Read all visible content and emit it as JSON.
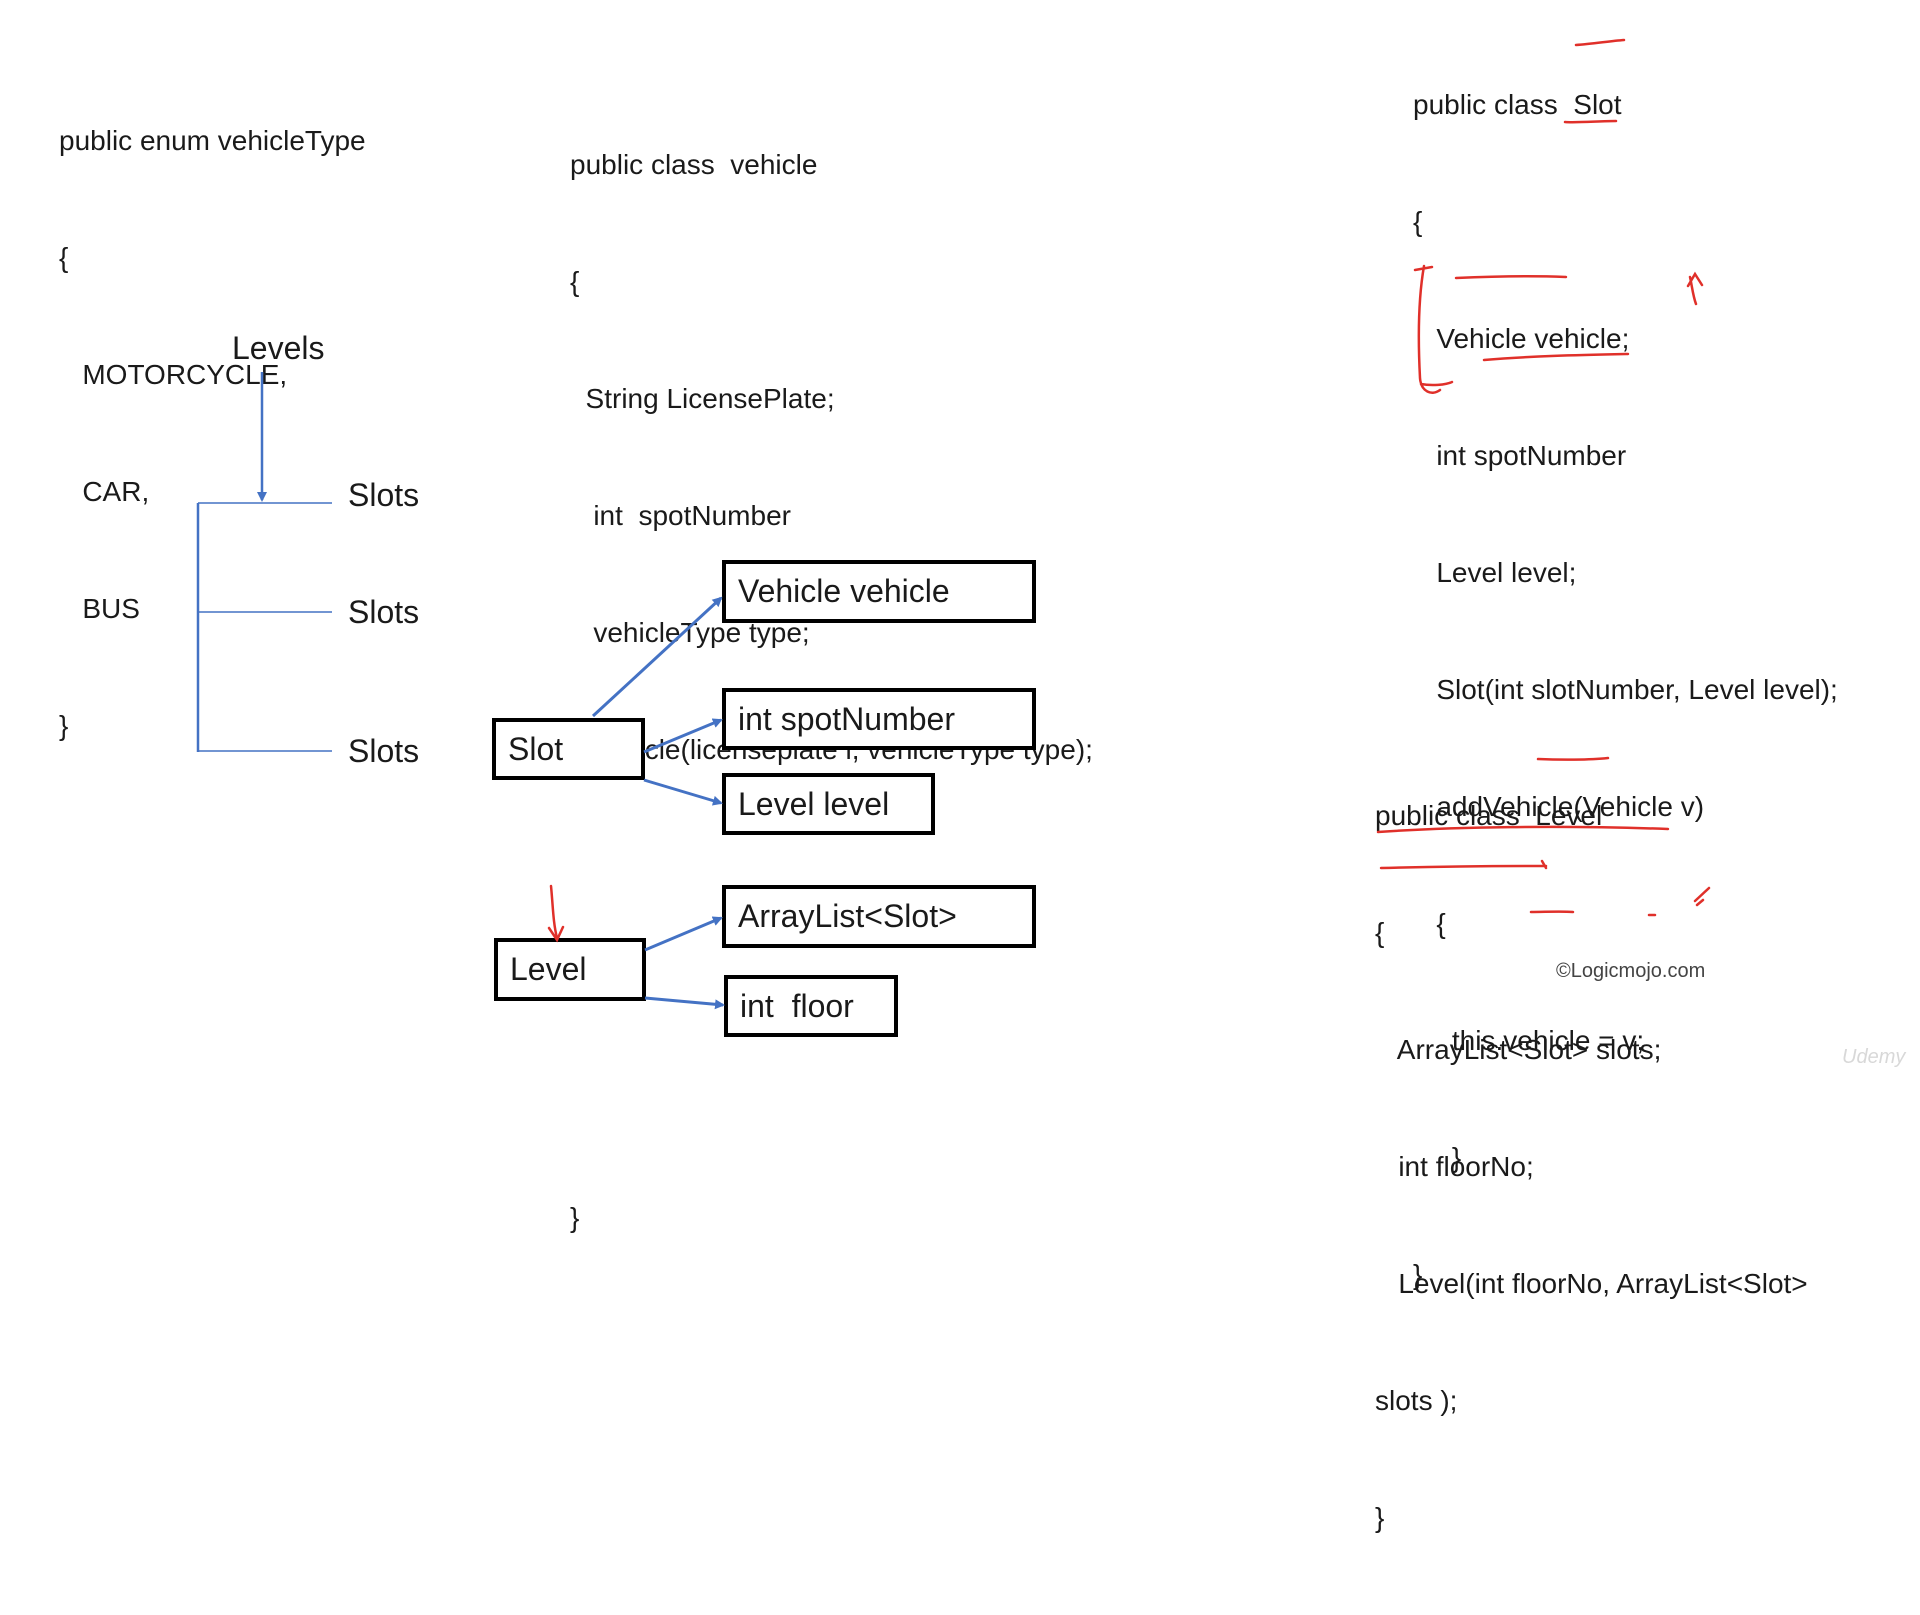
{
  "enum_block": {
    "lines": [
      "public enum vehicleType",
      "{",
      "   MOTORCYCLE,",
      "   CAR,",
      "   BUS",
      "}"
    ]
  },
  "vehicle_block": {
    "lines": [
      "public class  vehicle",
      "{",
      "  String LicensePlate;",
      "   int  spotNumber",
      "   vehicleType type;",
      "   vehicle(licenseplate l, vehicleType type);",
      "",
      "",
      "",
      "}"
    ]
  },
  "slot_class_block": {
    "lines": [
      "public class  Slot",
      "{",
      "   Vehicle vehicle;",
      "   int spotNumber",
      "   Level level;",
      "   Slot(int slotNumber, Level level);",
      "   addVehicle(Vehicle v)",
      "   {",
      "     this.vehicle = v;",
      "     }",
      "}"
    ]
  },
  "level_class_block": {
    "lines": [
      "public class  Level",
      "{",
      "   ArrayList<Slot> slots;",
      "   int floorNo;",
      "   Level(int floorNo, ArrayList<Slot>",
      "slots );",
      "}"
    ]
  },
  "tree": {
    "root": "Levels",
    "children": [
      "Slots",
      "Slots",
      "Slots"
    ]
  },
  "class_diagram": {
    "slot_node": "Slot",
    "slot_fields": [
      "Vehicle vehicle",
      "int spotNumber",
      "Level level"
    ],
    "level_node": "Level",
    "level_fields": [
      "ArrayList<Slot>",
      "int  floor"
    ]
  },
  "branding": {
    "copyright": "©Logicmojo.com",
    "watermark": "Udemy"
  },
  "colors": {
    "connector": "#4472c4",
    "annotation": "#e0302a",
    "text": "#1a1a1a"
  }
}
